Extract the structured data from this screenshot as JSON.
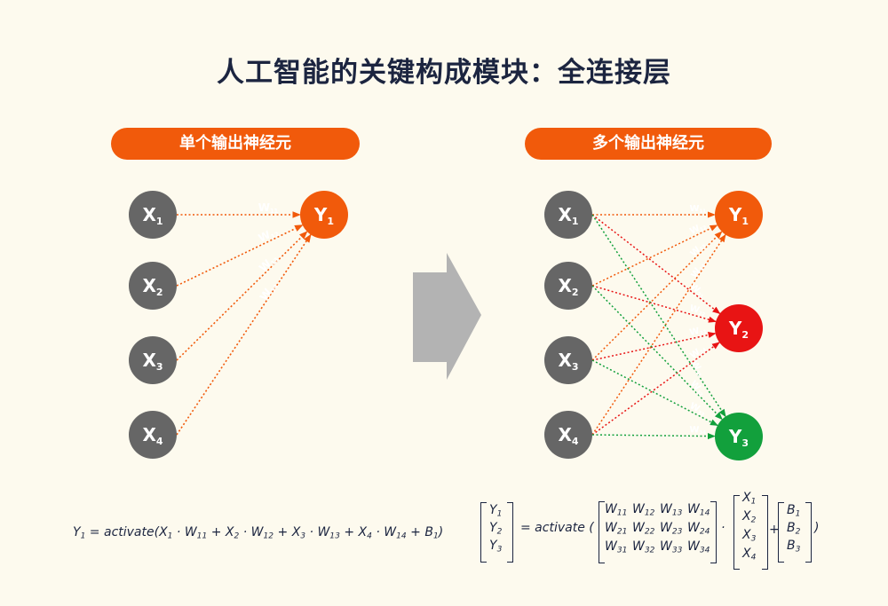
{
  "title": "人工智能的关键构成模块：全连接层",
  "left_panel": {
    "label": "单个输出神经元",
    "inputs": [
      "X1",
      "X2",
      "X3",
      "X4"
    ],
    "outputs": [
      "Y1"
    ],
    "weights": [
      "W11",
      "W12",
      "W13",
      "W14"
    ]
  },
  "right_panel": {
    "label": "多个输出神经元",
    "inputs": [
      "X1",
      "X2",
      "X3",
      "X4"
    ],
    "outputs": [
      "Y1",
      "Y2",
      "Y3"
    ],
    "weights": [
      [
        "W11",
        "W12",
        "W13",
        "W14"
      ],
      [
        "W21",
        "W22",
        "W23",
        "W24"
      ],
      [
        "W31",
        "W32",
        "W33",
        "W34"
      ]
    ]
  },
  "formula_left": {
    "lhs": "Y1",
    "eq": "= activate(",
    "terms": [
      [
        "X1",
        "W11"
      ],
      [
        "X2",
        "W12"
      ],
      [
        "X3",
        "W13"
      ],
      [
        "X4",
        "W14"
      ]
    ],
    "bias": "B1",
    "close": ")"
  },
  "formula_right": {
    "y_vector": [
      "Y1",
      "Y2",
      "Y3"
    ],
    "eq": "= activate (",
    "w_matrix": [
      [
        "W11",
        "W12",
        "W13",
        "W14"
      ],
      [
        "W21",
        "W22",
        "W23",
        "W24"
      ],
      [
        "W31",
        "W32",
        "W33",
        "W34"
      ]
    ],
    "dot": "·",
    "x_vector": [
      "X1",
      "X2",
      "X3",
      "X4"
    ],
    "plus": "+",
    "b_vector": [
      "B1",
      "B2",
      "B3"
    ],
    "close": ")"
  },
  "colors": {
    "input_node": "#666666",
    "y1": "#f15a0b",
    "y2": "#e81414",
    "y3": "#12a03c",
    "arrow": "#b3b3b3",
    "text_dark": "#1c2540"
  }
}
